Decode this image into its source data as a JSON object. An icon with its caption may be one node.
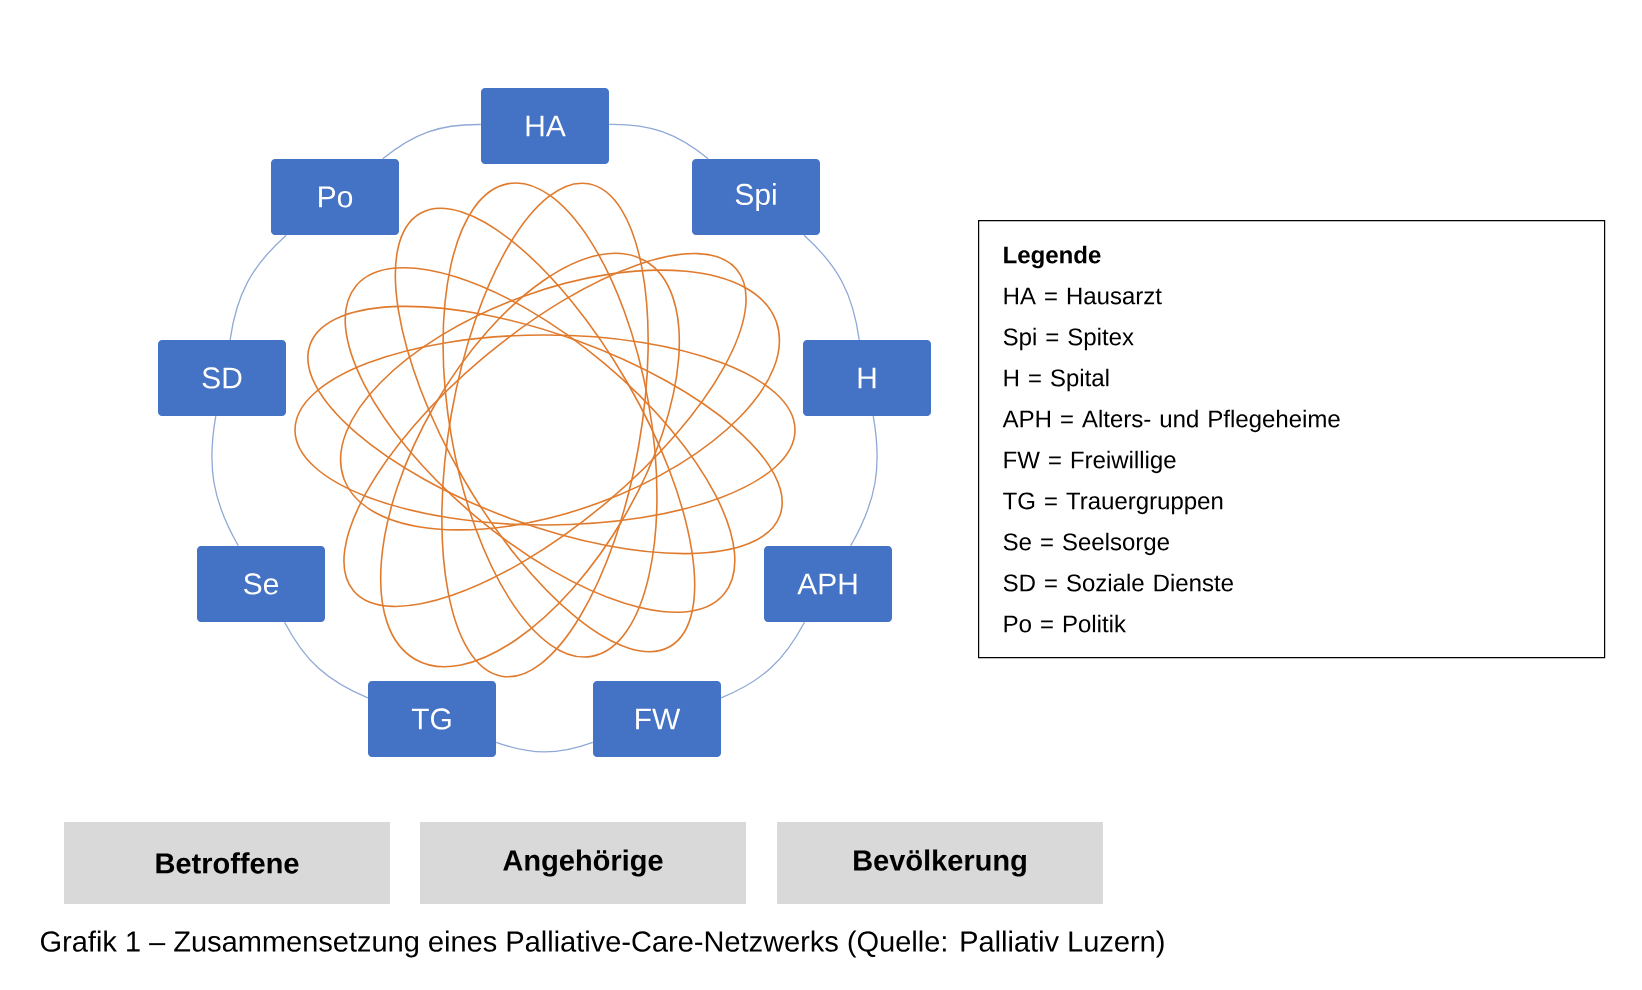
{
  "diagram": {
    "caption": "Grafik 1 – Zusammensetzung eines Palliative-Care-Netzwerks (Quelle: Palliativ Luzern)",
    "nodes": [
      {
        "text": [
          "HA"
        ]
      },
      {
        "text": [
          "Spi"
        ]
      },
      {
        "text": [
          "H"
        ]
      },
      {
        "text": [
          "APH"
        ]
      },
      {
        "text": [
          "FW"
        ]
      },
      {
        "text": [
          "TG"
        ]
      },
      {
        "text": [
          "Se"
        ]
      },
      {
        "text": [
          "SD"
        ]
      },
      {
        "text": [
          "Po"
        ]
      },
      {
        "text": [
          "Legende",
          "HA = Hausarzt",
          "Spi = Spitex",
          "H = Spital",
          "APH = Alters- und Pflegeheime",
          "FW = Freiwillige",
          "TG = Trauergruppen",
          "Se = Seelsorge",
          "SD = Soziale Dienste",
          "Po = Politik"
        ]
      },
      {
        "text": [
          "Betroffene"
        ]
      },
      {
        "text": [
          "Angehörige"
        ]
      },
      {
        "text": [
          "Bevölkerung"
        ]
      }
    ],
    "edges": [
      {
        "from": 0,
        "to": 1,
        "arrow": "none"
      },
      {
        "from": 1,
        "to": 2,
        "arrow": "none"
      },
      {
        "from": 2,
        "to": 3,
        "arrow": "none"
      },
      {
        "from": 3,
        "to": 4,
        "arrow": "none"
      },
      {
        "from": 4,
        "to": 5,
        "arrow": "none"
      },
      {
        "from": 5,
        "to": 6,
        "arrow": "none"
      },
      {
        "from": 6,
        "to": 7,
        "arrow": "none"
      },
      {
        "from": 7,
        "to": 8,
        "arrow": "none"
      },
      {
        "from": 8,
        "to": 0,
        "arrow": "none"
      }
    ]
  }
}
